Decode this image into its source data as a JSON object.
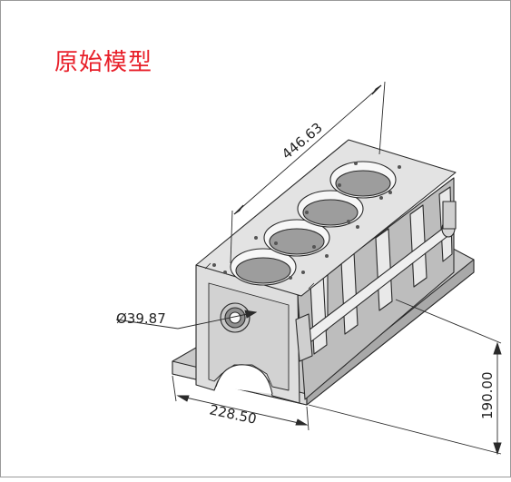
{
  "title": "原始模型",
  "dimensions": {
    "length": "446.63",
    "bore_diameter": "Ø39.87",
    "width": "228.50",
    "height": "190.00"
  }
}
